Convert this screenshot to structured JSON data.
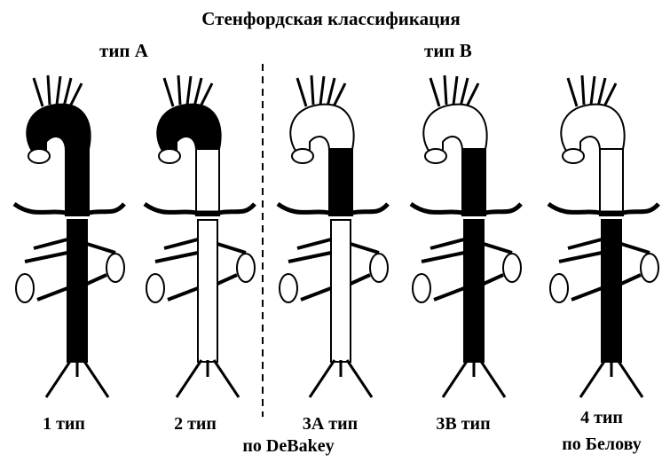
{
  "title": "Стенфордская классификация",
  "stanford_types": {
    "a": "тип А",
    "b": "тип  В"
  },
  "types": [
    {
      "label": "1 тип",
      "dissection": "ascending-arch-descending-abdominal"
    },
    {
      "label": "2 тип",
      "dissection": "ascending-only"
    },
    {
      "label": "3А тип",
      "dissection": "descending-thoracic"
    },
    {
      "label": "3В тип",
      "dissection": "descending-thoracic-abdominal"
    },
    {
      "label": "4 тип",
      "dissection": "abdominal-only"
    }
  ],
  "debakey_label": "по DeBakey",
  "belov_label": "по Белову",
  "colors": {
    "dissection_fill": "#000000",
    "lumen_fill": "#ffffff",
    "stroke": "#000000"
  }
}
